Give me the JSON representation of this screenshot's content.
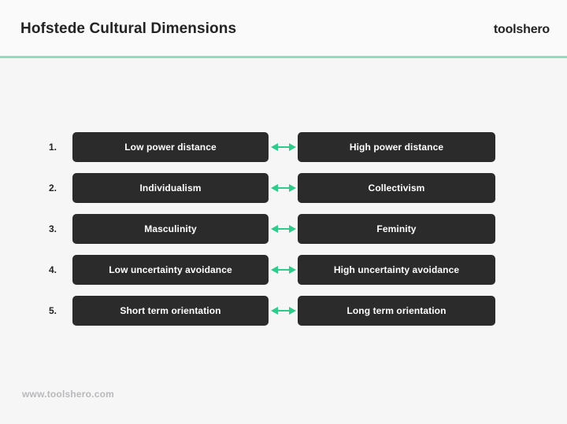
{
  "header": {
    "title": "Hofstede Cultural Dimensions",
    "brand": "toolshero",
    "rule_color": "#8edfbe"
  },
  "colors": {
    "background": "#f6f6f7",
    "header_background": "#fafafa",
    "box_fill": "#2b2b2b",
    "box_text": "#ffffff",
    "arrow": "#2ecb8b",
    "number_text": "#232323",
    "footer_text": "#b9b9bc"
  },
  "diagram": {
    "type": "paired-opposites",
    "arrow_icon": "double-headed-arrow-icon",
    "rows": [
      {
        "number": "1.",
        "left": "Low power distance",
        "right": "High power distance"
      },
      {
        "number": "2.",
        "left": "Individualism",
        "right": "Collectivism"
      },
      {
        "number": "3.",
        "left": "Masculinity",
        "right": "Feminity"
      },
      {
        "number": "4.",
        "left": "Low uncertainty avoidance",
        "right": "High uncertainty avoidance"
      },
      {
        "number": "5.",
        "left": "Short term orientation",
        "right": "Long term orientation"
      }
    ]
  },
  "footer": {
    "url": "www.toolshero.com"
  }
}
